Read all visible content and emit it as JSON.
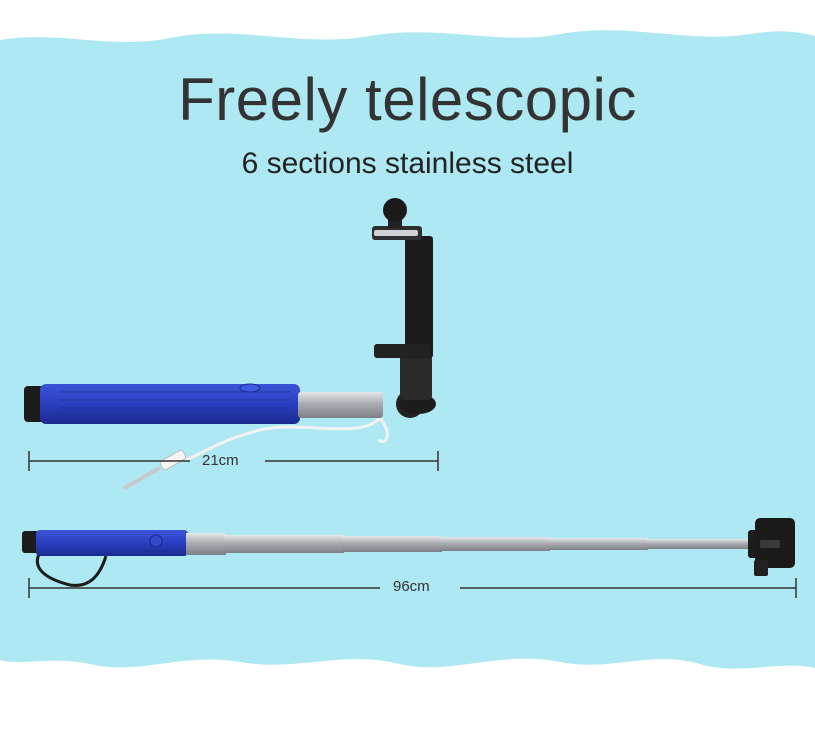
{
  "heading": {
    "title": "Freely telescopic",
    "subtitle": "6 sections stainless steel"
  },
  "measurements": {
    "folded_length": "21cm",
    "extended_length": "96cm"
  },
  "colors": {
    "background_band": "#aee8f3",
    "handle": "#2a3fc0",
    "shaft": "#b9bcc0",
    "clamp": "#1c1c1c",
    "text": "#333333"
  },
  "objects": [
    {
      "name": "selfie-stick-folded",
      "description_icon": "selfie-stick-icon"
    },
    {
      "name": "selfie-stick-extended",
      "description_icon": "selfie-stick-icon"
    }
  ]
}
